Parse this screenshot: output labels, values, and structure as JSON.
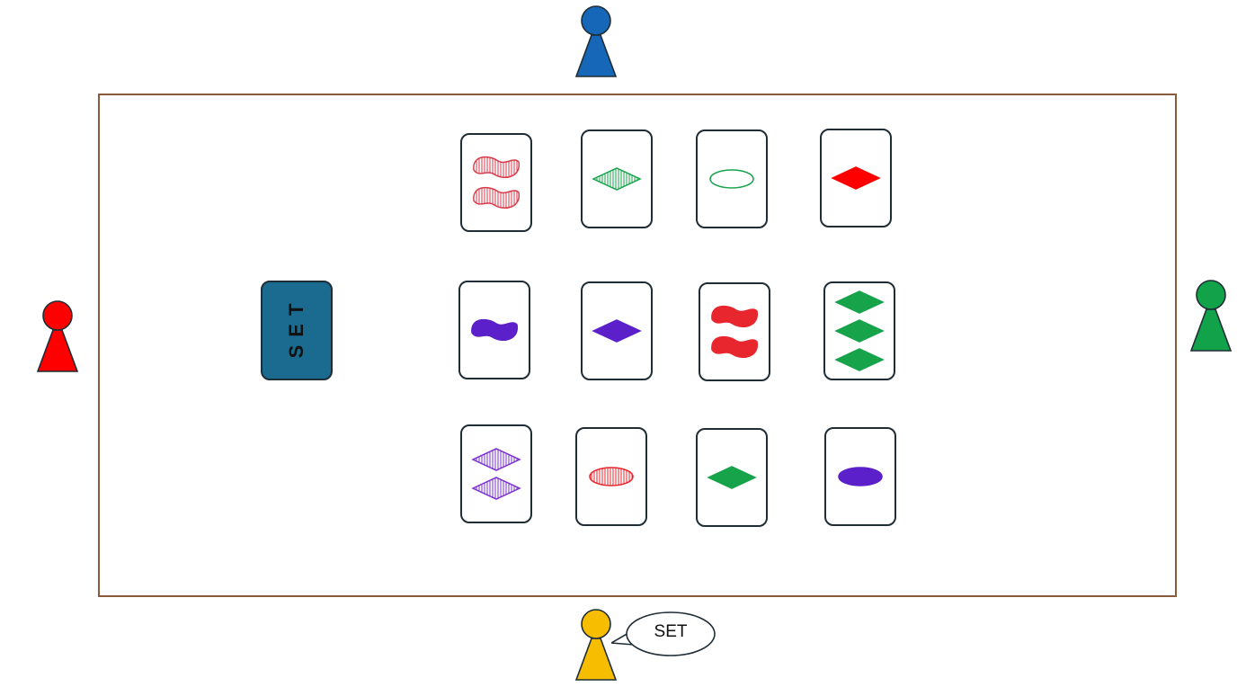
{
  "deck": {
    "label": "SET"
  },
  "players": [
    {
      "id": "blue",
      "color": "#1667b8"
    },
    {
      "id": "red",
      "color": "#ff0000"
    },
    {
      "id": "green",
      "color": "#12a34a"
    },
    {
      "id": "yellow",
      "color": "#f7bd00"
    }
  ],
  "speech": {
    "player": "yellow",
    "text": "SET"
  },
  "cards": [
    {
      "row": 1,
      "col": 1,
      "count": 2,
      "shape": "squiggle",
      "color": "#d83a4a",
      "fill": "striped"
    },
    {
      "row": 1,
      "col": 2,
      "count": 1,
      "shape": "diamond",
      "color": "#16a34a",
      "fill": "striped"
    },
    {
      "row": 1,
      "col": 3,
      "count": 1,
      "shape": "oval",
      "color": "#16a34a",
      "fill": "empty"
    },
    {
      "row": 1,
      "col": 4,
      "count": 1,
      "shape": "diamond",
      "color": "#ff0000",
      "fill": "solid"
    },
    {
      "row": 2,
      "col": 1,
      "count": 1,
      "shape": "squiggle",
      "color": "#5b20c9",
      "fill": "solid"
    },
    {
      "row": 2,
      "col": 2,
      "count": 1,
      "shape": "diamond",
      "color": "#5b20c9",
      "fill": "solid"
    },
    {
      "row": 2,
      "col": 3,
      "count": 2,
      "shape": "squiggle",
      "color": "#e8262e",
      "fill": "solid"
    },
    {
      "row": 2,
      "col": 4,
      "count": 3,
      "shape": "diamond",
      "color": "#16a34a",
      "fill": "solid"
    },
    {
      "row": 3,
      "col": 1,
      "count": 2,
      "shape": "diamond",
      "color": "#7b2fd0",
      "fill": "striped"
    },
    {
      "row": 3,
      "col": 2,
      "count": 1,
      "shape": "oval",
      "color": "#e8262e",
      "fill": "striped"
    },
    {
      "row": 3,
      "col": 3,
      "count": 1,
      "shape": "diamond",
      "color": "#16a34a",
      "fill": "solid"
    },
    {
      "row": 3,
      "col": 4,
      "count": 1,
      "shape": "oval",
      "color": "#5b20c9",
      "fill": "solid"
    }
  ]
}
